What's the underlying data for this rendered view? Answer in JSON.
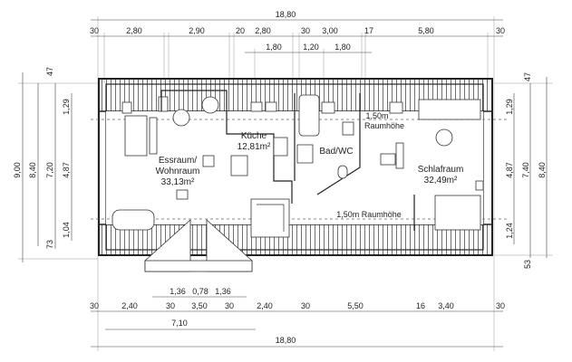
{
  "dimensions": {
    "top_total": "18,80",
    "top_row": [
      "30",
      "2,80",
      "2,90",
      "20",
      "2,80",
      "30",
      "3,00",
      "17",
      "5,80",
      "30"
    ],
    "top_sub": [
      "1,80",
      "1,20",
      "1,80"
    ],
    "bottom_sub": [
      "1,36",
      "0,78",
      "1,36"
    ],
    "bottom_row": [
      "30",
      "2,40",
      "30",
      "3,50",
      "30",
      "2,40",
      "30",
      "5,50",
      "16",
      "3,40",
      "30"
    ],
    "bottom_partial": "7,10",
    "bottom_total": "18,80",
    "left": [
      "9,00",
      "8,40",
      "7,20",
      "4,87",
      "47",
      "1,29",
      "1,04",
      "73"
    ],
    "right": [
      "47",
      "1,29",
      "4,87",
      "1,24",
      "53",
      "7,40",
      "8,40"
    ]
  },
  "rooms": {
    "living": {
      "name1": "Essraum/",
      "name2": "Wohnraum",
      "area": "33,13m²"
    },
    "kitchen": {
      "name": "Küche",
      "area": "12,81m²"
    },
    "bath": {
      "name": "Bad/WC"
    },
    "bedroom": {
      "name": "Schlafraum",
      "area": "32,49m²"
    }
  },
  "annotations": {
    "height_top_1": "1,50m",
    "height_top_2": "Raumhöhe",
    "height_bottom": "1,50m Raumhöhe"
  }
}
